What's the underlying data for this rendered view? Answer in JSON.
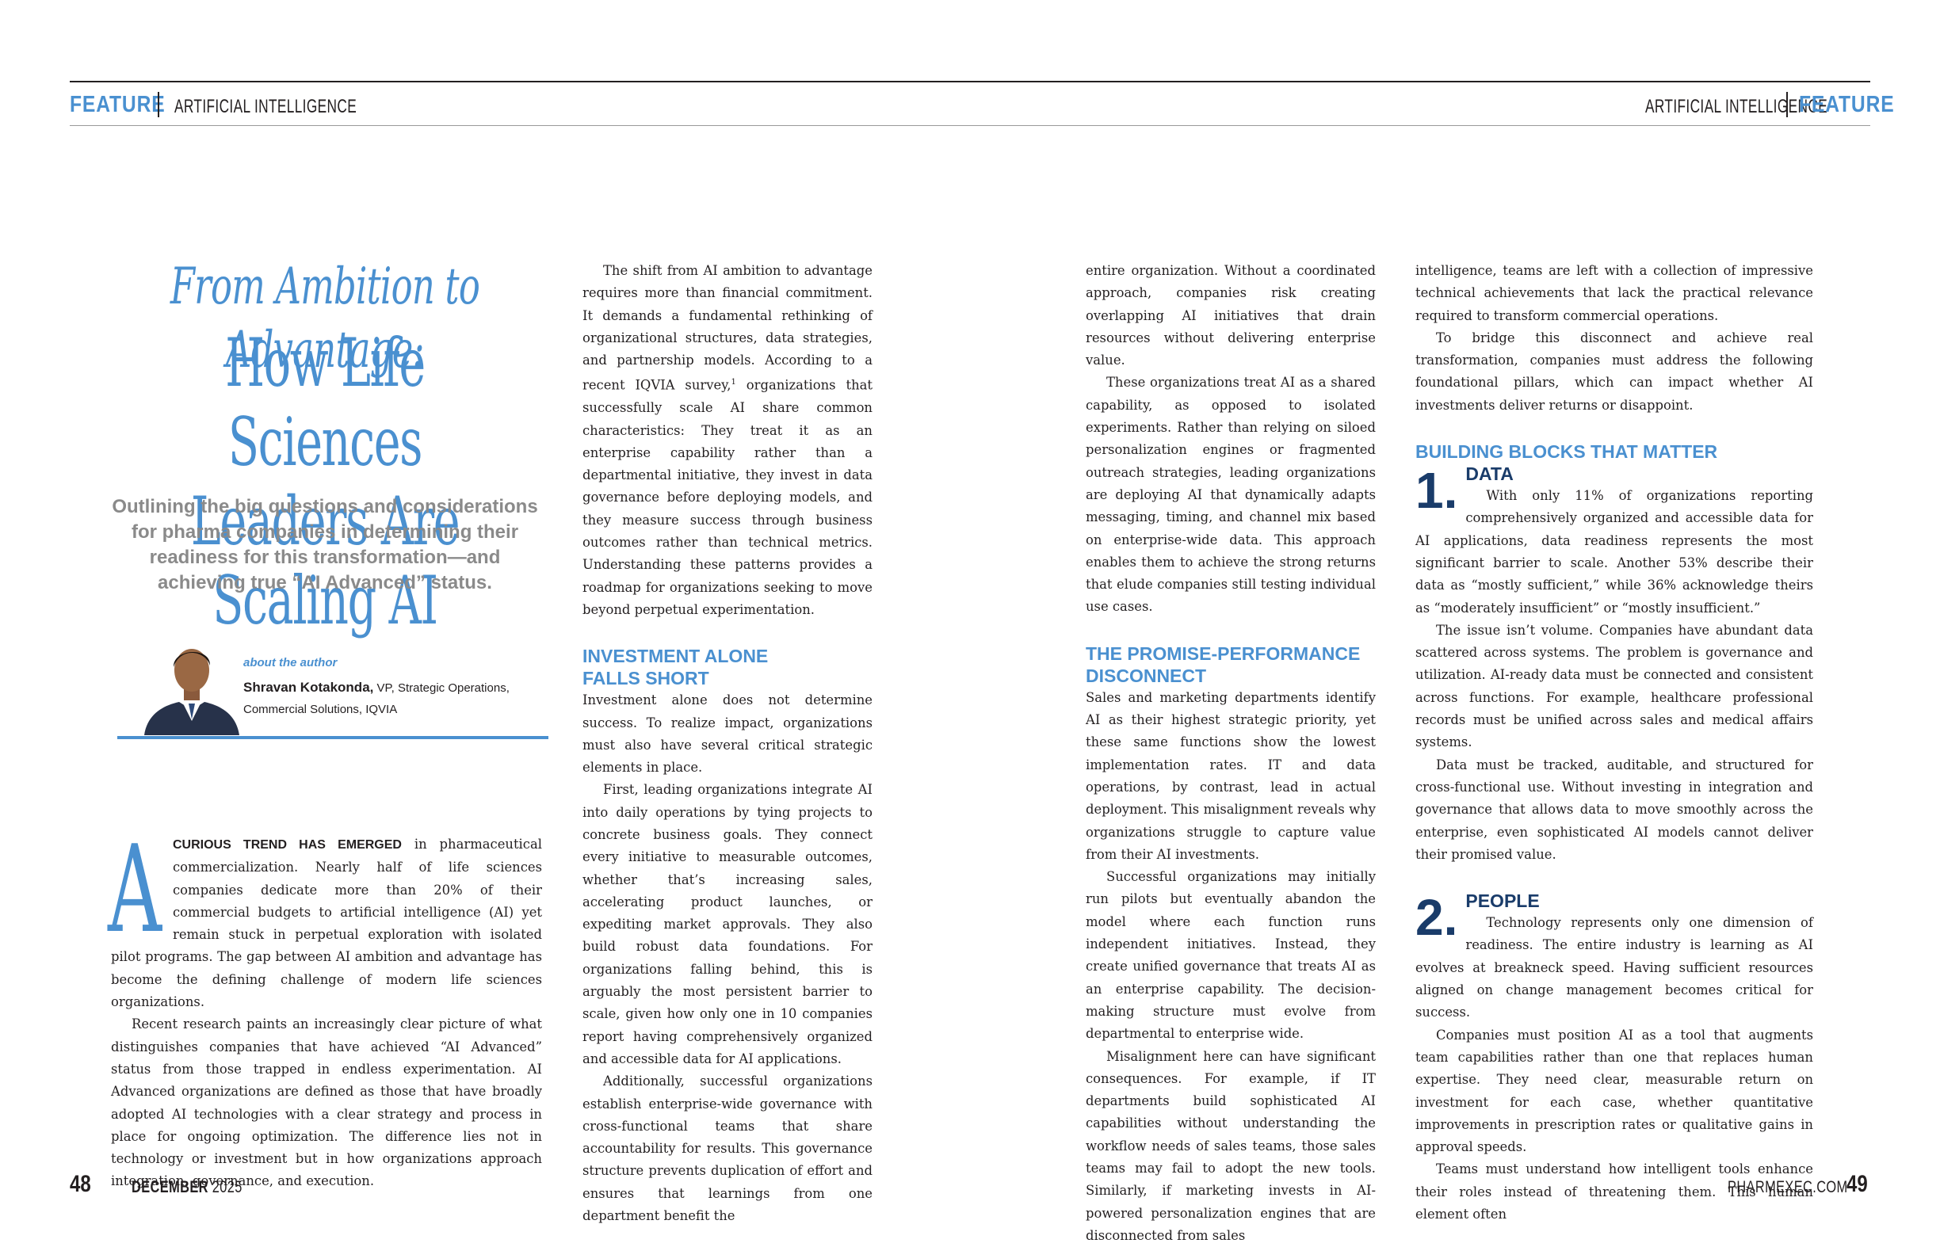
{
  "header": {
    "left_feature": "FEATURE",
    "left_section": "ARTIFICIAL INTELLIGENCE",
    "right_section": "ARTIFICIAL INTELLIGENCE",
    "right_feature": "FEATURE"
  },
  "article": {
    "kicker": "From Ambition to Advantage:",
    "title_line1": "How Life Sciences",
    "title_line2": "Leaders Are Scaling AI",
    "subtitle": "Outlining the big questions and considerations for pharma companies in determining their readiness for this transformation—and achieving true “AI Advanced” status."
  },
  "author": {
    "label": "about the author",
    "name": "Shravan Kotakonda,",
    "role": " VP, Strategic Operations, Commercial Solutions, IQVIA"
  },
  "col1": {
    "dropcap": "A",
    "leadin": "CURIOUS TREND HAS EMERGED",
    "p1": " in pharmaceutical commercialization. Nearly half of life sciences companies dedicate more than 20% of their commercial budgets to artificial intelligence (AI) yet remain stuck in perpetual exploration with isolated pilot programs. The gap between AI ambition and advantage has become the defining challenge of modern life sciences organizations.",
    "p2": "Recent research paints an increasingly clear picture of what distinguishes companies that have achieved “AI Advanced” status from those trapped in endless experimentation. AI Advanced organizations are defined as those that have broadly adopted AI technologies with a clear strategy and process in place for ongoing optimization. The difference lies not in technology or investment but in how organizations approach integration, governance, and execution."
  },
  "col2": {
    "p1a": "The shift from AI ambition to advantage requires more than financial commitment. It demands a fundamental rethinking of organizational structures, data strategies, and partnership models. According to a recent IQVIA survey,",
    "p1sup": "1",
    "p1b": " organizations that successfully scale AI share common characteristics: They treat it as an enterprise capability rather than a departmental initiative, they invest in data governance before deploying models, and they measure success through business outcomes rather than technical metrics. Understanding these patterns provides a roadmap for organizations seeking to move beyond perpetual experimentation.",
    "h_line1": "INVESTMENT ALONE",
    "h_line2": "FALLS SHORT",
    "p2": "Investment alone does not determine success. To realize impact, organizations must also have several critical strategic elements in place.",
    "p3": "First, leading organizations integrate AI into daily operations by tying projects to concrete business goals. They connect every initiative to measurable outcomes, whether that’s increasing sales, accelerating product launches, or expediting market approvals. They also build robust data foundations. For organizations falling behind, this is arguably the most persistent barrier to scale, given how only one in 10 companies report having comprehensively organized and accessible data for AI applications.",
    "p4": "Additionally, successful organizations establish enterprise-wide governance with cross-functional teams that share accountability for results. This governance structure prevents duplication of effort and ensures that learnings from one department benefit the"
  },
  "col3": {
    "p1": "entire organization. Without a coordinated approach, companies risk creating overlapping AI initiatives that drain resources without delivering enterprise value.",
    "p2": "These organizations treat AI as a shared capability, as opposed to isolated experiments. Rather than relying on siloed personalization engines or fragmented outreach strategies, leading organizations are deploying AI that dynamically adapts messaging, timing, and channel mix based on enterprise-wide data. This approach enables them to achieve the strong returns that elude companies still testing individual use cases.",
    "h_line1": "THE PROMISE-PERFORMANCE",
    "h_line2": "DISCONNECT",
    "p3": "Sales and marketing departments identify AI as their highest strategic priority, yet these same functions show the lowest implementation rates. IT and data operations, by contrast, lead in actual deployment. This misalignment reveals why organizations struggle to capture value from their AI investments.",
    "p4": "Successful organizations may initially run pilots but eventually abandon the model where each function runs independent initiatives. Instead, they create unified governance that treats AI as an enterprise capability. The decision-making structure must evolve from departmental to enterprise wide.",
    "p5": "Misalignment here can have significant consequences. For example, if IT departments build sophisticated AI capabilities without understanding the workflow needs of sales teams, those sales teams may fail to adopt the new tools. Similarly, if marketing invests in AI-powered personalization engines that are disconnected from sales"
  },
  "col4": {
    "p1": "intelligence, teams are left with a collection of impressive technical achievements that lack the practical relevance required to transform commercial operations.",
    "p2": "To bridge this disconnect and achieve real transformation, companies must address the following foundational pillars, which can impact whether AI investments deliver returns or disappoint.",
    "h1": "BUILDING BLOCKS THAT MATTER",
    "n1": "1.",
    "n1_head": "DATA",
    "p3": "With only 11% of organizations reporting comprehensively organized and accessible data for AI applications, data readiness represents the most significant barrier to scale. Another 53% describe their data as “mostly sufficient,” while 36% acknowledge theirs as “moderately insufficient” or “mostly insufficient.”",
    "p4": "The issue isn’t volume. Companies have abundant data scattered across systems. The problem is governance and utilization. AI-ready data must be connected and consistent across functions. For example, healthcare professional records must be unified across sales and medical affairs systems.",
    "p5": "Data must be tracked, auditable, and structured for cross-functional use. Without investing in integration and governance that allows data to move smoothly across the enterprise, even sophisticated AI models cannot deliver their promised value.",
    "n2": "2.",
    "n2_head": "PEOPLE",
    "p6": "Technology represents only one dimension of readiness. The entire industry is learning as AI evolves at breakneck speed. Having sufficient resources aligned on change management becomes critical for success.",
    "p7": "Companies must position AI as a tool that augments team capabilities rather than one that replaces human expertise. They need clear, measurable return on investment for each case, whether quantitative improvements in prescription rates or qualitative gains in approval speeds.",
    "p8": "Teams must understand how intelligent tools enhance their roles instead of threatening them. This human element often"
  },
  "footer": {
    "left_page": "48",
    "left_date_month": "DECEMBER",
    "left_date_year": " 2025",
    "right_site": "PHARMEXEC.COM",
    "right_page": "49"
  }
}
